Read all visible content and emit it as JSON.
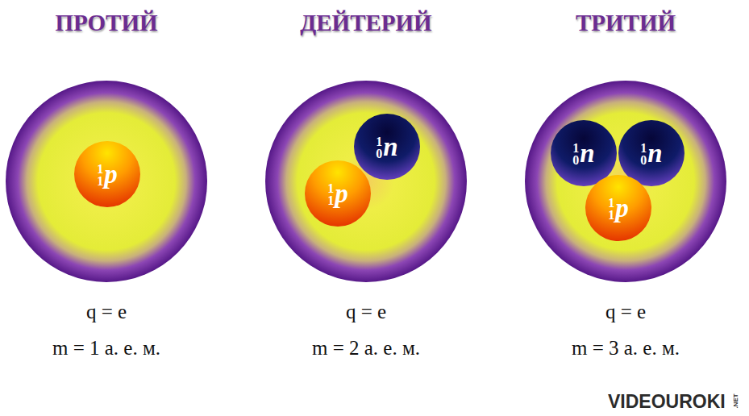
{
  "diagram": {
    "nodes": [
      {
        "text": [
          "ПРОТИЙ",
          "q = e",
          "m = 1 а. е. м."
        ]
      },
      {
        "text": [
          "1",
          "1",
          "p"
        ],
        "in": 0
      },
      {
        "text": [
          "ДЕЙТЕРИЙ",
          "q = e",
          "m = 2 а. е. м."
        ]
      },
      {
        "text": [
          "1",
          "1",
          "p"
        ],
        "in": 2
      },
      {
        "text": [
          "1",
          "0",
          "n"
        ],
        "in": 2
      },
      {
        "text": [
          "ТРИТИЙ",
          "q = e",
          "m = 3 а. е. м."
        ]
      },
      {
        "text": [
          "1",
          "0",
          "n"
        ],
        "in": 5
      },
      {
        "text": [
          "1",
          "0",
          "n"
        ],
        "in": 5
      },
      {
        "text": [
          "1",
          "1",
          "p"
        ],
        "in": 5
      }
    ],
    "labels": [
      "VIDEOUROKI",
      ".NET"
    ]
  }
}
